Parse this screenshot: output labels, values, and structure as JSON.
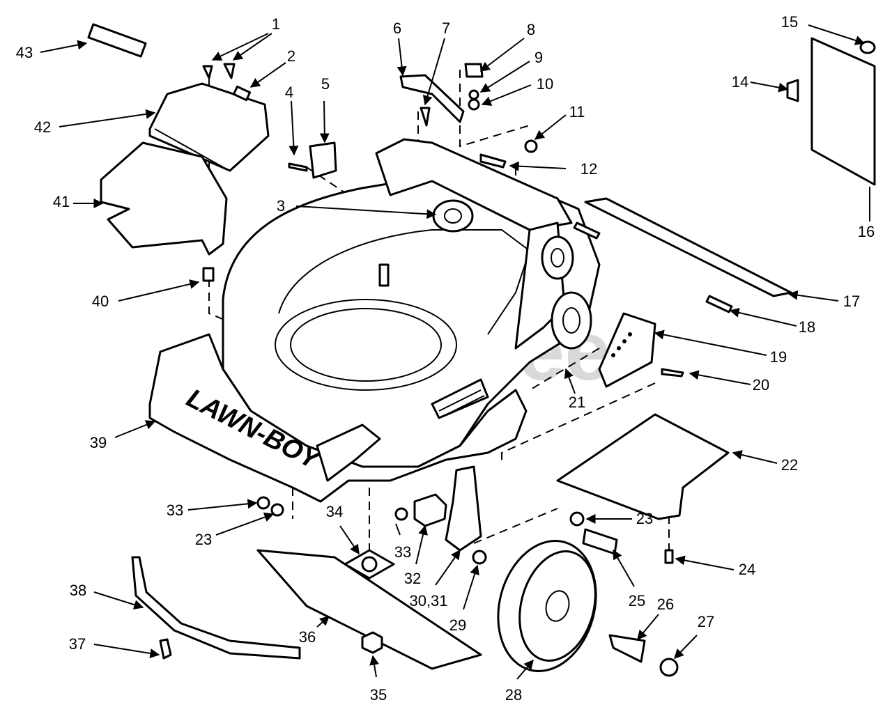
{
  "watermark": "PartsTree",
  "brand_logo": "LAWN-BOY",
  "callouts": [
    "1",
    "2",
    "3",
    "4",
    "5",
    "6",
    "7",
    "8",
    "9",
    "10",
    "11",
    "12",
    "14",
    "15",
    "16",
    "17",
    "18",
    "19",
    "20",
    "21",
    "22",
    "23",
    "23",
    "24",
    "25",
    "26",
    "27",
    "28",
    "29",
    "30,31",
    "32",
    "33",
    "33",
    "34",
    "35",
    "36",
    "37",
    "38",
    "39",
    "40",
    "41",
    "42",
    "43"
  ]
}
